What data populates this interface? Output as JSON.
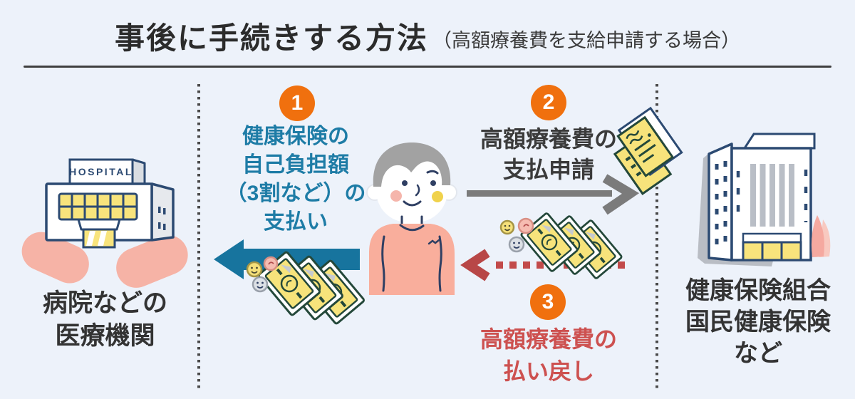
{
  "title": {
    "main": "事後に手続きする方法",
    "sub": "（高額療養費を支給申請する場合）"
  },
  "steps": [
    {
      "number": "1",
      "lines": [
        "健康保険の",
        "自己負担額",
        "（3割など）の",
        "支払い"
      ],
      "text_color": "#1e7ca6",
      "arrow": "solid-left-blue"
    },
    {
      "number": "2",
      "lines": [
        "高額療養費の",
        "支払申請"
      ],
      "text_color": "#3b3b3b",
      "arrow": "solid-right-gray"
    },
    {
      "number": "3",
      "lines": [
        "高額療養費の",
        "払い戻し"
      ],
      "text_color": "#cd5150",
      "arrow": "dashed-left-red"
    }
  ],
  "entities": {
    "hospital": {
      "sign": "HOSPITAL",
      "label_lines": [
        "病院などの",
        "医療機関"
      ]
    },
    "patient": {
      "description": "person-illustration"
    },
    "insurer": {
      "label_lines": [
        "健康保険組合",
        "国民健康保険",
        "など"
      ]
    }
  },
  "icons": {
    "hospital-illustration": "white building with HOSPITAL sign, yellow windows, pink ground shadow",
    "patient-illustration": "man with gray hair and salmon shirt",
    "insurer-building-illustration": "tall white office building with yellow shop windows and pink tree",
    "money-icon": "three yellow banknotes with smiling coins",
    "documents-icon": "stacked yellow application papers",
    "blue-arrow-left-icon": "solid arrow pointing left",
    "gray-arrow-right-icon": "solid arrow pointing right",
    "red-dashed-arrow-left-icon": "dashed arrow pointing left"
  },
  "colors": {
    "background": "#edf2fa",
    "divider": "#3f3f3f",
    "step_badge_orange": "#f0700e",
    "step1_blue": "#1e7ca6",
    "arrow_blue": "#17749e",
    "arrow_gray": "#7b7b7b",
    "arrow_red": "#c24a4a",
    "step3_red": "#cd5150",
    "outline_navy": "#2c4a72",
    "paper_yellow": "#f7e37b",
    "bill_green": "#24483a",
    "pink_shadow": "#f6b3a6",
    "shirt_salmon": "#f9ae9c",
    "text_dark": "#333333"
  }
}
